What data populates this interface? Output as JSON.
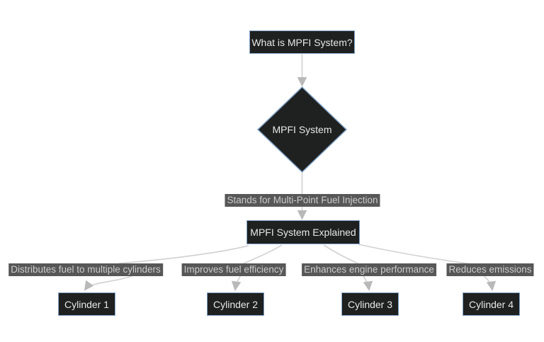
{
  "diagram": {
    "type": "flowchart",
    "nodes": {
      "question": "What is MPFI System?",
      "decision": "MPFI System",
      "explained": "MPFI System Explained",
      "cylinder1": "Cylinder 1",
      "cylinder2": "Cylinder 2",
      "cylinder3": "Cylinder 3",
      "cylinder4": "Cylinder 4"
    },
    "edges": [
      {
        "from": "question",
        "to": "decision",
        "label": ""
      },
      {
        "from": "decision",
        "to": "explained",
        "label": "Stands for Multi-Point Fuel Injection"
      },
      {
        "from": "explained",
        "to": "cylinder1",
        "label": "Distributes fuel to multiple cylinders"
      },
      {
        "from": "explained",
        "to": "cylinder2",
        "label": "Improves fuel efficiency"
      },
      {
        "from": "explained",
        "to": "cylinder3",
        "label": "Enhances engine performance"
      },
      {
        "from": "explained",
        "to": "cylinder4",
        "label": "Reduces emissions"
      }
    ],
    "colors": {
      "canvas_bg": "#ffffff",
      "node_fill": "#1f2020",
      "node_border": "#81a5c9",
      "node_text": "#e8e8e8",
      "edge_line": "#d3d3d3",
      "arrowhead": "#b9b9b9",
      "edge_label_bg": "#575757",
      "edge_label_text": "#cccccc"
    }
  }
}
